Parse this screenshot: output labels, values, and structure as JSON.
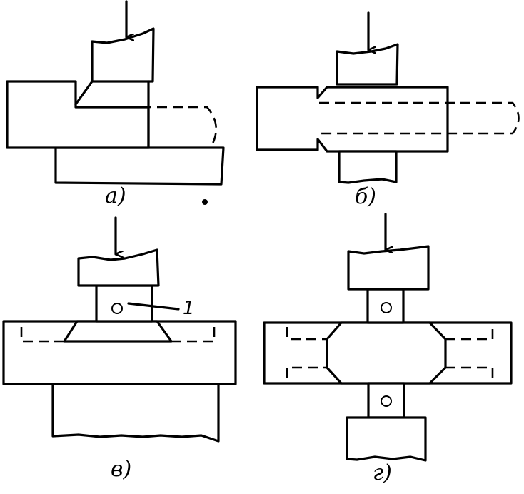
{
  "panels": [
    {
      "id": "a",
      "label": "а)"
    },
    {
      "id": "b",
      "label": "б)"
    },
    {
      "id": "v",
      "label": "в)",
      "callout": "1"
    },
    {
      "id": "g",
      "label": "г)"
    }
  ]
}
